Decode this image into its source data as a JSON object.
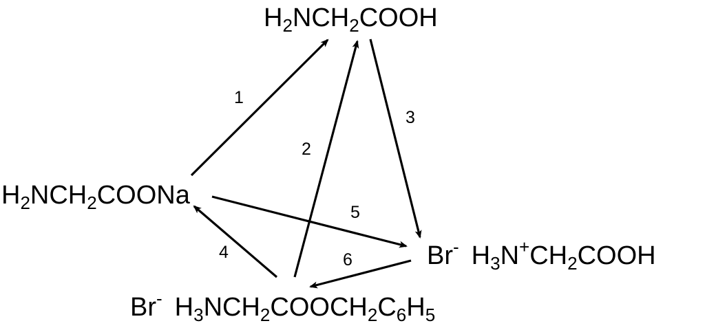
{
  "compounds": {
    "glycine": [
      {
        "t": "H",
        "s": ""
      },
      {
        "t": "2",
        "s": "sub"
      },
      {
        "t": "NCH",
        "s": ""
      },
      {
        "t": "2",
        "s": "sub"
      },
      {
        "t": "COOH",
        "s": ""
      }
    ],
    "sodium_glycinate": [
      {
        "t": "H",
        "s": ""
      },
      {
        "t": "2",
        "s": "sub"
      },
      {
        "t": "NCH",
        "s": ""
      },
      {
        "t": "2",
        "s": "sub"
      },
      {
        "t": "COONa",
        "s": ""
      }
    ],
    "glycine_hydrobromide": [
      {
        "t": "Br",
        "s": ""
      },
      {
        "t": "-",
        "s": "sup"
      },
      {
        "t": "",
        "s": "gap"
      },
      {
        "t": "H",
        "s": ""
      },
      {
        "t": "3",
        "s": "sub"
      },
      {
        "t": "N",
        "s": ""
      },
      {
        "t": "+",
        "s": "sup"
      },
      {
        "t": "CH",
        "s": ""
      },
      {
        "t": "2",
        "s": "sub"
      },
      {
        "t": "COOH",
        "s": ""
      }
    ],
    "benzyl_ester_salt": [
      {
        "t": "Br",
        "s": ""
      },
      {
        "t": "-",
        "s": "sup"
      },
      {
        "t": "",
        "s": "gap"
      },
      {
        "t": "H",
        "s": ""
      },
      {
        "t": "3",
        "s": "sub"
      },
      {
        "t": "NCH",
        "s": ""
      },
      {
        "t": "2",
        "s": "sub"
      },
      {
        "t": "COOCH",
        "s": ""
      },
      {
        "t": "2",
        "s": "sub"
      },
      {
        "t": "C",
        "s": ""
      },
      {
        "t": "6",
        "s": "sub"
      },
      {
        "t": "H",
        "s": ""
      },
      {
        "t": "5",
        "s": "sub"
      }
    ]
  },
  "steps": {
    "s1": "1",
    "s2": "2",
    "s3": "3",
    "s4": "4",
    "s5": "5",
    "s6": "6"
  },
  "colors": {
    "ink": "#000000",
    "background": "#ffffff"
  }
}
